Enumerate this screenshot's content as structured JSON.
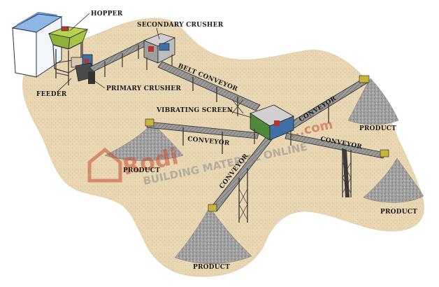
{
  "labels": {
    "hopper": "HOPPER",
    "secondary_crusher": "SECONDARY CRUSHER",
    "feeder": "FEEDER",
    "primary_crusher": "PRIMARY CRUSHER",
    "belt_conveyor": "BELT CONVEYOR",
    "vibrating_screen": "VIBRATING SCREEN",
    "conveyor_1": "CONVEYOR",
    "conveyor_2": "CONVEYOR",
    "conveyor_3": "CONVEYOR",
    "conveyor_4": "CONVEYOR",
    "product_1": "PRODUCT",
    "product_2": "PRODUCT",
    "product_3": "PRODUCT",
    "product_4": "PRODUCT"
  },
  "watermark": {
    "brand": "Rodi",
    "brand_suffix": "...com",
    "tagline": "BUILDING MATERIAL ONLINE"
  },
  "colors": {
    "ground": "#e9d7b4",
    "ground_dots": "#d6bd8e",
    "steel": "#3b3b3b",
    "conveyor_belt": "#8e8e8e",
    "hopper_green": "#9dc23a",
    "crusher_blue": "#3f6fa5",
    "crusher_red": "#b3362c",
    "gravel": "#9a9a9a",
    "watermark": "#c8502e"
  }
}
